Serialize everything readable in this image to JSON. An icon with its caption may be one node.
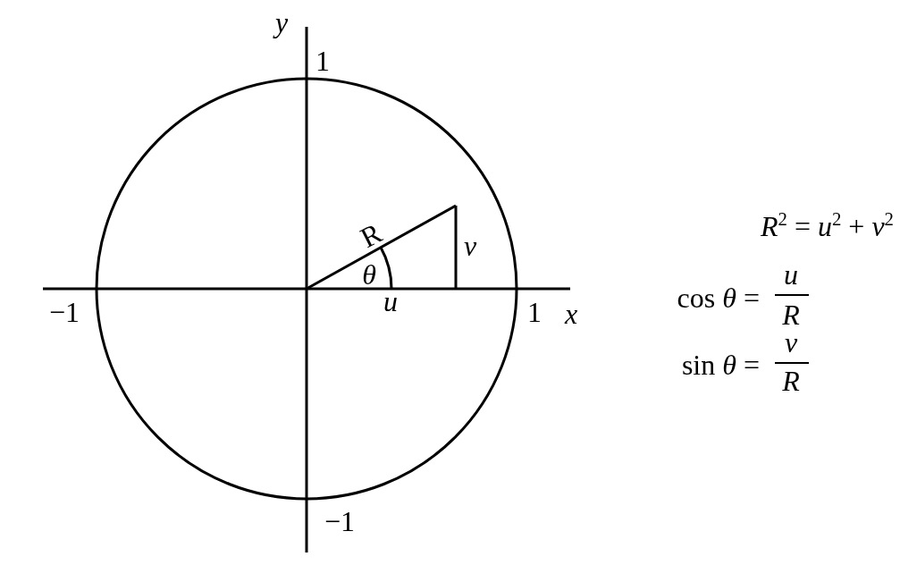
{
  "diagram": {
    "labels": [
      "y",
      "1",
      "R",
      "v",
      "θ",
      "−1",
      "u",
      "1",
      "x",
      "−1",
      "*R*$^{2}$ = *u*$^{2}$ + *v*$^{2}$",
      "cos *θ* =",
      "*u*",
      "*R*",
      "sin *θ* =",
      "*v*",
      "*R*"
    ]
  }
}
